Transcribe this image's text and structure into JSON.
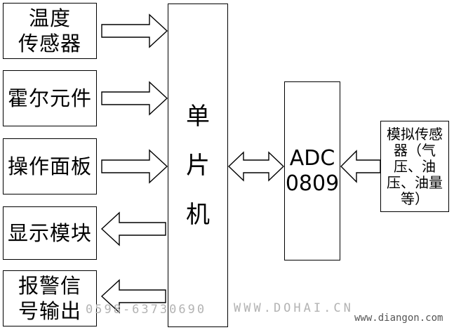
{
  "left_blocks": [
    {
      "label": "温度\n传感器"
    },
    {
      "label": "霍尔元件"
    },
    {
      "label": "操作面板"
    },
    {
      "label": "显示模块"
    },
    {
      "label": "报警信\n号输出"
    }
  ],
  "mcu": {
    "label": "单\n片\n机"
  },
  "adc": {
    "label": "ADC\n0809"
  },
  "sensor": {
    "label": "模拟传感\n器（气\n压、油\n压、油量\n等）"
  },
  "watermark": {
    "phone": "0598-63730690",
    "site1": "WWW.DOHAI.CN",
    "site2": "www.diangon.com"
  }
}
